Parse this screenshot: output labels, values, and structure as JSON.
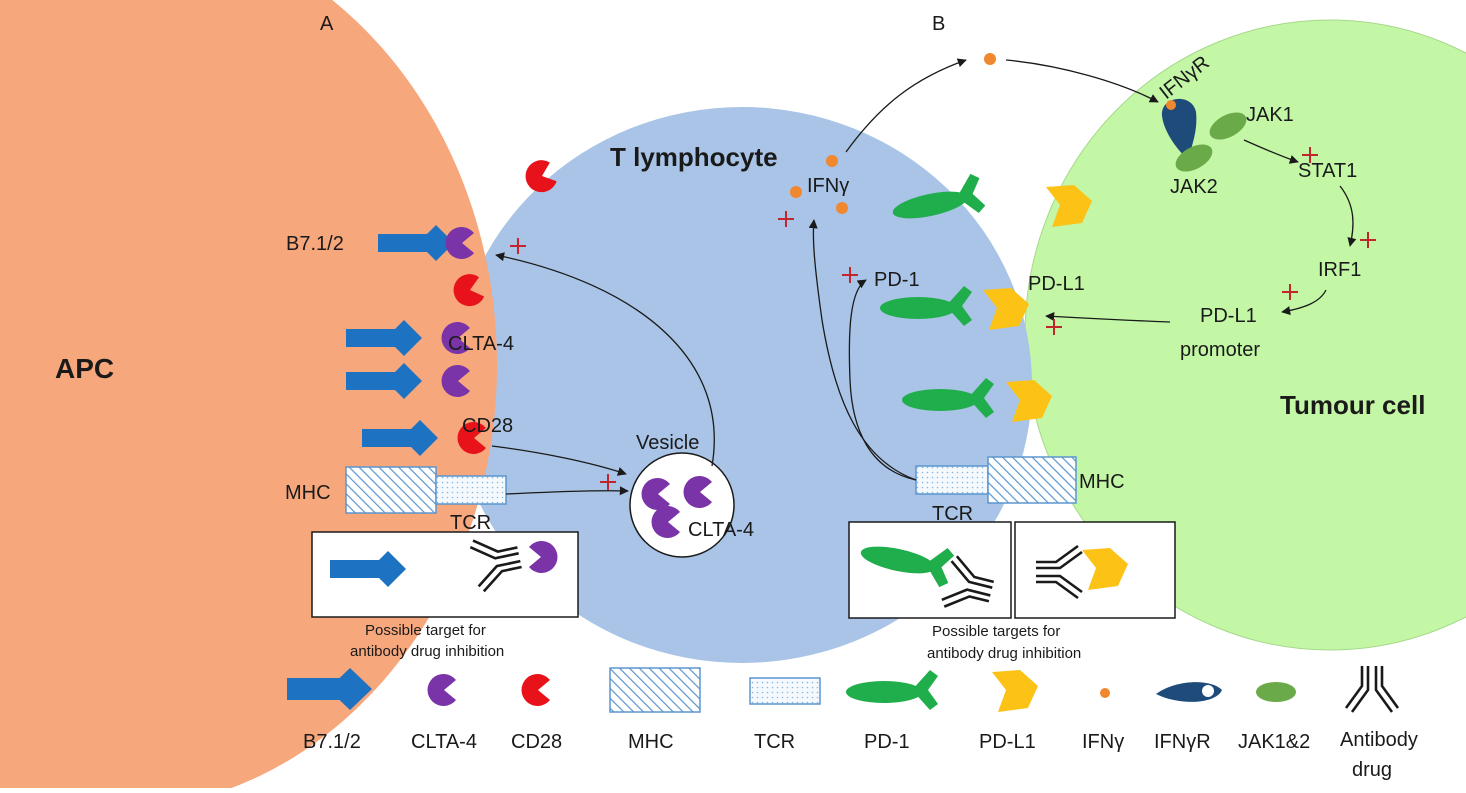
{
  "panels": {
    "a": "A",
    "b": "B"
  },
  "cells": {
    "apc": "APC",
    "t_cell": "T lymphocyte",
    "tumour": "Tumour cell"
  },
  "labels": {
    "b71_2": "B7.1/2",
    "clta4": "CLTA-4",
    "cd28": "CD28",
    "mhc_left": "MHC",
    "tcr_left": "TCR",
    "vesicle": "Vesicle",
    "vesicle_clta4": "CLTA-4",
    "ifng": "IFNγ",
    "pd1": "PD-1",
    "pdl1": "PD-L1",
    "tcr_right": "TCR",
    "mhc_right": "MHC",
    "ifngr": "IFNγR",
    "jak1": "JAK1",
    "jak2": "JAK2",
    "stat1": "STAT1",
    "irf1": "IRF1",
    "pdl1_promoter_1": "PD-L1",
    "pdl1_promoter_2": "promoter"
  },
  "captions": {
    "left_1": "Possible target for",
    "left_2": "antibody drug inhibition",
    "right_1": "Possible targets for",
    "right_2": "antibody drug inhibition"
  },
  "legend": [
    {
      "key": "b71_2",
      "label": "B7.1/2"
    },
    {
      "key": "clta4",
      "label": "CLTA-4"
    },
    {
      "key": "cd28",
      "label": "CD28"
    },
    {
      "key": "mhc",
      "label": "MHC"
    },
    {
      "key": "tcr",
      "label": "TCR"
    },
    {
      "key": "pd1",
      "label": "PD-1"
    },
    {
      "key": "pdl1",
      "label": "PD-L1"
    },
    {
      "key": "ifng",
      "label": "IFNγ"
    },
    {
      "key": "ifngr",
      "label": "IFNγR"
    },
    {
      "key": "jak",
      "label": "JAK1&2"
    },
    {
      "key": "antibody",
      "label": "Antibody",
      "label2": "drug"
    }
  ],
  "colors": {
    "apc": "#f7a77c",
    "t_cell": "#a9c4e6",
    "tumour": "#c3f7a6",
    "b7": "#1d72c2",
    "clta4": "#7a34a8",
    "cd28": "#e8131a",
    "pd1": "#1fae4b",
    "pdl1": "#fcc216",
    "ifng": "#f0882f",
    "ifngr": "#1e4b7a",
    "jak": "#6aaa48",
    "plus": "#c0262c"
  }
}
